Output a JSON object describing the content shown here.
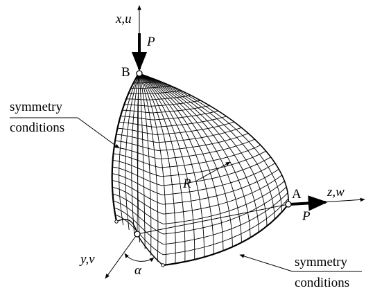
{
  "labels": {
    "x_axis": "x,u",
    "z_axis": "z,w",
    "y_axis": "y,v",
    "load_top": "P",
    "load_right": "P",
    "point_b": "B",
    "point_a": "A",
    "radius": "R",
    "angle": "α",
    "symmetry_left_line1": "symmetry",
    "symmetry_left_line2": "conditions",
    "symmetry_right_line1": "symmetry",
    "symmetry_right_line2": "conditions"
  },
  "mesh": {
    "meridional_lines": 22,
    "circumferential_lines": 24
  },
  "colors": {
    "ink": "#000000",
    "background": "#ffffff"
  }
}
